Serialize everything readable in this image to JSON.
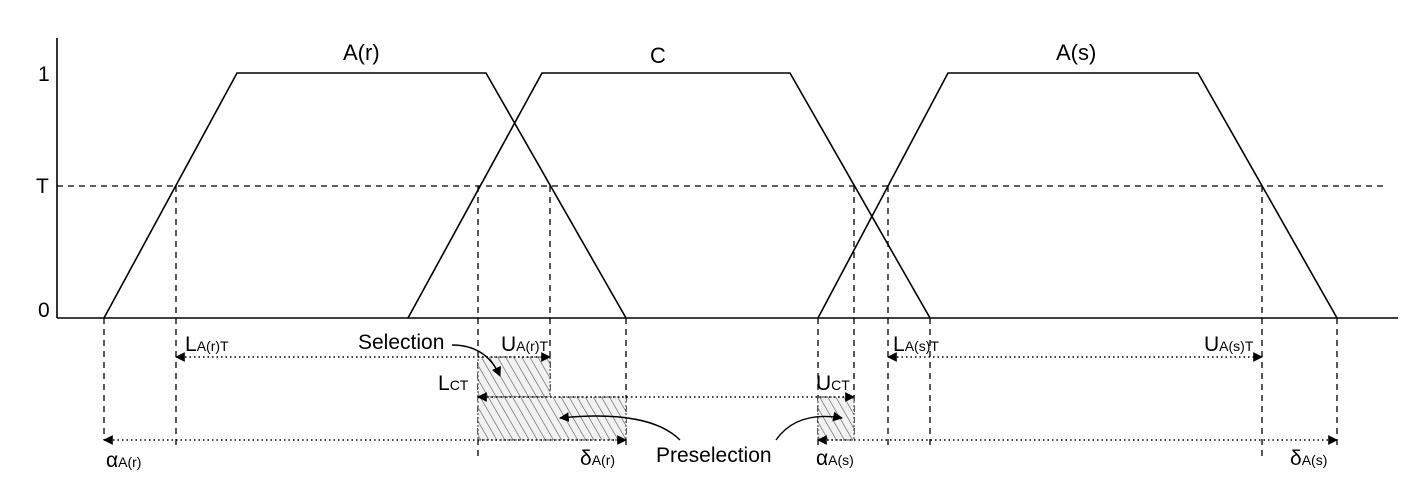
{
  "axis": {
    "y_ticks": [
      "1",
      "T",
      "0"
    ]
  },
  "curves": {
    "ar": "A(r)",
    "c": "C",
    "as": "A(s)"
  },
  "markers": {
    "l_ar_t": {
      "main": "L",
      "sub": "A(r)T"
    },
    "u_ar_t": {
      "main": "U",
      "sub": "A(r)T"
    },
    "l_as_t": {
      "main": "L",
      "sub": "A(s)T"
    },
    "u_as_t": {
      "main": "U",
      "sub": "A(s)T"
    },
    "l_ct": {
      "main": "L",
      "sub": "CT"
    },
    "u_ct": {
      "main": "U",
      "sub": "CT"
    },
    "alpha_ar": {
      "main": "α",
      "sub": "A(r)"
    },
    "delta_ar": {
      "main": "δ",
      "sub": "A(r)"
    },
    "alpha_as": {
      "main": "α",
      "sub": "A(s)"
    },
    "delta_as": {
      "main": "δ",
      "sub": "A(s)"
    }
  },
  "annotations": {
    "selection": "Selection",
    "preselection": "Preselection"
  }
}
